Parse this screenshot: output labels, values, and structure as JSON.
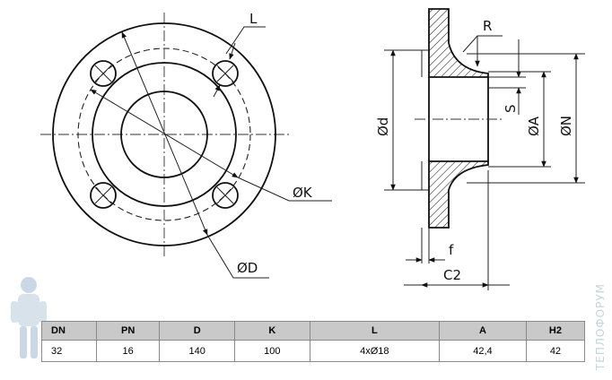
{
  "labels": {
    "L": "L",
    "K": "ØK",
    "D": "ØD",
    "R": "R",
    "S": "S",
    "d": "Ød",
    "A": "ØA",
    "N": "ØN",
    "f": "f",
    "C2": "C2"
  },
  "table": {
    "headers": [
      "DN",
      "PN",
      "D",
      "K",
      "L",
      "A",
      "H2"
    ],
    "rows": [
      [
        "32",
        "16",
        "140",
        "100",
        "4xØ18",
        "42,4",
        "42"
      ]
    ]
  },
  "watermark": "ТЕПЛОФОРУМ",
  "colors": {
    "header_bg": "#c9c9c9",
    "line": "#111111",
    "watermark": "#c4d4e0"
  }
}
